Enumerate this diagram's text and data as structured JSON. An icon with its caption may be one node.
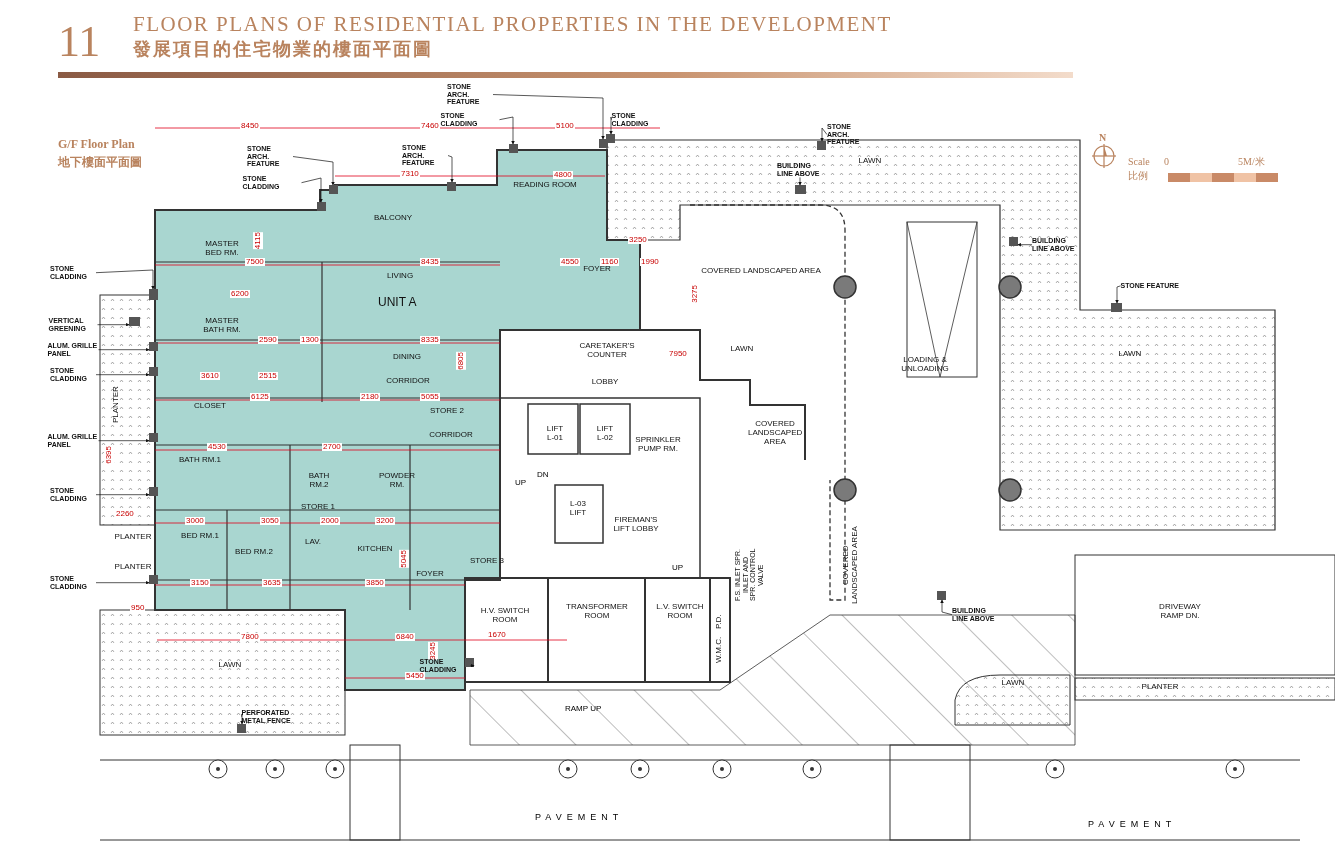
{
  "diagram": {
    "title": "FLOOR PLANS OF RESIDENTIAL PROPERTIES IN THE DEVELOPMENT",
    "nodes": [
      {
        "text": [
          "STONE ARCH. FEATURE"
        ]
      },
      {
        "text": [
          "STONE CLADDING"
        ]
      },
      {
        "text": [
          "STONE CLADDING"
        ]
      },
      {
        "text": [
          "STONE ARCH. FEATURE"
        ]
      },
      {
        "text": [
          "STONE ARCH. FEATURE"
        ]
      },
      {
        "text": [
          "STONE ARCH. FEATURE"
        ]
      },
      {
        "text": [
          "READING ROOM"
        ]
      },
      {
        "text": [
          "STONE CLADDING"
        ]
      },
      {
        "text": [
          "BUILDING LINE ABOVE"
        ]
      },
      {
        "text": [
          "LAWN"
        ]
      },
      {
        "text": [
          "BALCONY"
        ]
      },
      {
        "text": [
          "MASTER BED RM."
        ]
      },
      {
        "text": [
          "BUILDING LINE ABOVE"
        ]
      },
      {
        "text": [
          "COVERED LANDSCAPED AREA"
        ]
      },
      {
        "text": [
          "STONE CLADDING"
        ]
      },
      {
        "text": [
          "LIVING"
        ]
      },
      {
        "text": [
          "FOYER"
        ]
      },
      {
        "text": [
          "STONE FEATURE"
        ]
      },
      {
        "text": [
          "VERTICAL GREENING"
        ]
      },
      {
        "text": [
          "MASTER BATH RM."
        ]
      },
      {
        "text": [
          "ALUM. GRILLE PANEL"
        ]
      },
      {
        "text": [
          "CARETAKER'S COUNTER"
        ]
      },
      {
        "text": [
          "LAWN"
        ]
      },
      {
        "text": [
          "DINING"
        ]
      },
      {
        "text": [
          "LOADING & UNLOADING"
        ]
      },
      {
        "text": [
          "LAWN"
        ]
      },
      {
        "text": [
          "STONE CLADDING"
        ]
      },
      {
        "text": [
          "CORRIDOR"
        ]
      },
      {
        "text": [
          "LOBBY"
        ]
      },
      {
        "text": [
          "CLOSET"
        ]
      },
      {
        "text": [
          "PLANTER"
        ]
      },
      {
        "text": [
          "STORE 2"
        ]
      },
      {
        "text": [
          "COVERED LANDSCAPED AREA"
        ]
      },
      {
        "text": [
          "LIFT",
          "L-01"
        ]
      },
      {
        "text": [
          "LIFT",
          "L-02"
        ]
      },
      {
        "text": [
          "SPRINKLER PUMP RM."
        ]
      },
      {
        "text": [
          "ALUM. GRILLE PANEL"
        ]
      },
      {
        "text": [
          "CORRIDOR"
        ]
      },
      {
        "text": [
          "BATH RM.1"
        ]
      },
      {
        "text": [
          "BATH RM.2"
        ]
      },
      {
        "text": [
          "POWDER RM."
        ]
      },
      {
        "text": [
          "STONE CLADDING"
        ]
      },
      {
        "text": [
          "L-03",
          "LIFT"
        ]
      },
      {
        "text": [
          "STORE 1"
        ]
      },
      {
        "text": [
          "FIREMAN'S LIFT LOBBY"
        ]
      },
      {
        "text": [
          "BED RM.1"
        ]
      },
      {
        "text": [
          "PLANTER"
        ]
      },
      {
        "text": [
          "BED RM.2"
        ]
      },
      {
        "text": [
          "LAV."
        ]
      },
      {
        "text": [
          "KITCHEN"
        ]
      },
      {
        "text": [
          "COVERED LANDSCAPED AREA"
        ]
      },
      {
        "text": [
          "FOYER"
        ]
      },
      {
        "text": [
          "STORE 3"
        ]
      },
      {
        "text": [
          "PLANTER"
        ]
      },
      {
        "text": [
          "STONE CLADDING"
        ]
      },
      {
        "text": [
          "F.S. INLET SPR. INLET AND SPR. CONTROL VALVE"
        ]
      },
      {
        "text": [
          "BUILDING LINE ABOVE"
        ]
      },
      {
        "text": [
          "DRIVEWAY RAMP DN."
        ]
      },
      {
        "text": [
          "TRANSFORMER ROOM"
        ]
      },
      {
        "text": [
          "L.V. SWITCH ROOM"
        ]
      },
      {
        "text": [
          "H.V. SWITCH ROOM"
        ]
      },
      {
        "text": [
          "P.D."
        ]
      },
      {
        "text": [
          "W.M.C."
        ]
      },
      {
        "text": [
          "STONE CLADDING"
        ]
      },
      {
        "text": [
          "LAWN"
        ]
      },
      {
        "text": [
          "LAWN"
        ]
      },
      {
        "text": [
          "PLANTER"
        ]
      },
      {
        "text": [
          "PERFORATED METAL FENCE"
        ]
      },
      {
        "text": [],
        "shape": "bar"
      },
      {
        "text": [],
        "shape": "bar"
      },
      {
        "text": [],
        "shape": "bar"
      },
      {
        "text": [],
        "shape": "bar"
      },
      {
        "text": [],
        "shape": "bar"
      },
      {
        "text": [],
        "shape": "bar"
      },
      {
        "text": [],
        "shape": "bar"
      },
      {
        "text": [],
        "shape": "bar"
      },
      {
        "text": [],
        "shape": "bar"
      },
      {
        "text": [],
        "shape": "bar"
      },
      {
        "text": [],
        "shape": "bar"
      },
      {
        "text": [],
        "shape": "bar"
      },
      {
        "text": [],
        "shape": "bar"
      },
      {
        "text": [],
        "shape": "bar"
      },
      {
        "text": [],
        "shape": "bar"
      },
      {
        "text": [],
        "shape": "bar"
      },
      {
        "text": [],
        "shape": "bar"
      },
      {
        "text": [],
        "shape": "bar"
      },
      {
        "text": [],
        "shape": "bar"
      },
      {
        "text": [],
        "shape": "bar"
      }
    ],
    "edges": [
      {
        "from": 0,
        "to": 68,
        "arrow": "to"
      },
      {
        "from": 1,
        "to": 69,
        "arrow": "to"
      },
      {
        "from": 2,
        "to": 70,
        "arrow": "to"
      },
      {
        "from": 3,
        "to": 71,
        "arrow": "to"
      },
      {
        "from": 4,
        "to": 72,
        "arrow": "to"
      },
      {
        "from": 5,
        "to": 73,
        "arrow": "to"
      },
      {
        "from": 7,
        "to": 74,
        "arrow": "to"
      },
      {
        "from": 8,
        "to": 75,
        "arrow": "to"
      },
      {
        "from": 12,
        "to": 76,
        "arrow": "to"
      },
      {
        "from": 17,
        "to": 77,
        "arrow": "to"
      },
      {
        "from": 14,
        "to": 78,
        "arrow": "to"
      },
      {
        "from": 18,
        "to": 79,
        "arrow": "to"
      },
      {
        "from": 20,
        "to": 80,
        "arrow": "to"
      },
      {
        "from": 26,
        "to": 81,
        "arrow": "to"
      },
      {
        "from": 36,
        "to": 82,
        "arrow": "to"
      },
      {
        "from": 41,
        "to": 83,
        "arrow": "to"
      },
      {
        "from": 54,
        "to": 84,
        "arrow": "to"
      },
      {
        "from": 56,
        "to": 85,
        "arrow": "to"
      },
      {
        "from": 63,
        "to": 86,
        "arrow": "to"
      },
      {
        "from": 67,
        "to": 87,
        "arrow": "to"
      }
    ],
    "labels": [
      "11",
      "發展項目的住宅物業的樓面平面圖",
      "G/F Floor Plan",
      "地下樓面平面圖",
      "N",
      "Scale",
      "比例",
      "0",
      "5M/米",
      "UNIT A",
      "8450",
      "7460",
      "5100",
      "7310",
      "4800",
      "7500",
      "8435",
      "6200",
      "2590",
      "1300",
      "8335",
      "3610",
      "2515",
      "6125",
      "2180",
      "5055",
      "4550",
      "1160",
      "1990",
      "3250",
      "7950",
      "4530",
      "2700",
      "3000",
      "3050",
      "2000",
      "3200",
      "3150",
      "3635",
      "3850",
      "7800",
      "6840",
      "1670",
      "5450",
      "950",
      "2260",
      "6395",
      "4115",
      "6805",
      "5045",
      "3275",
      "3245",
      "UP",
      "DN",
      "UP",
      "RAMP UP",
      "PAVEMENT",
      "PAVEMENT"
    ]
  }
}
